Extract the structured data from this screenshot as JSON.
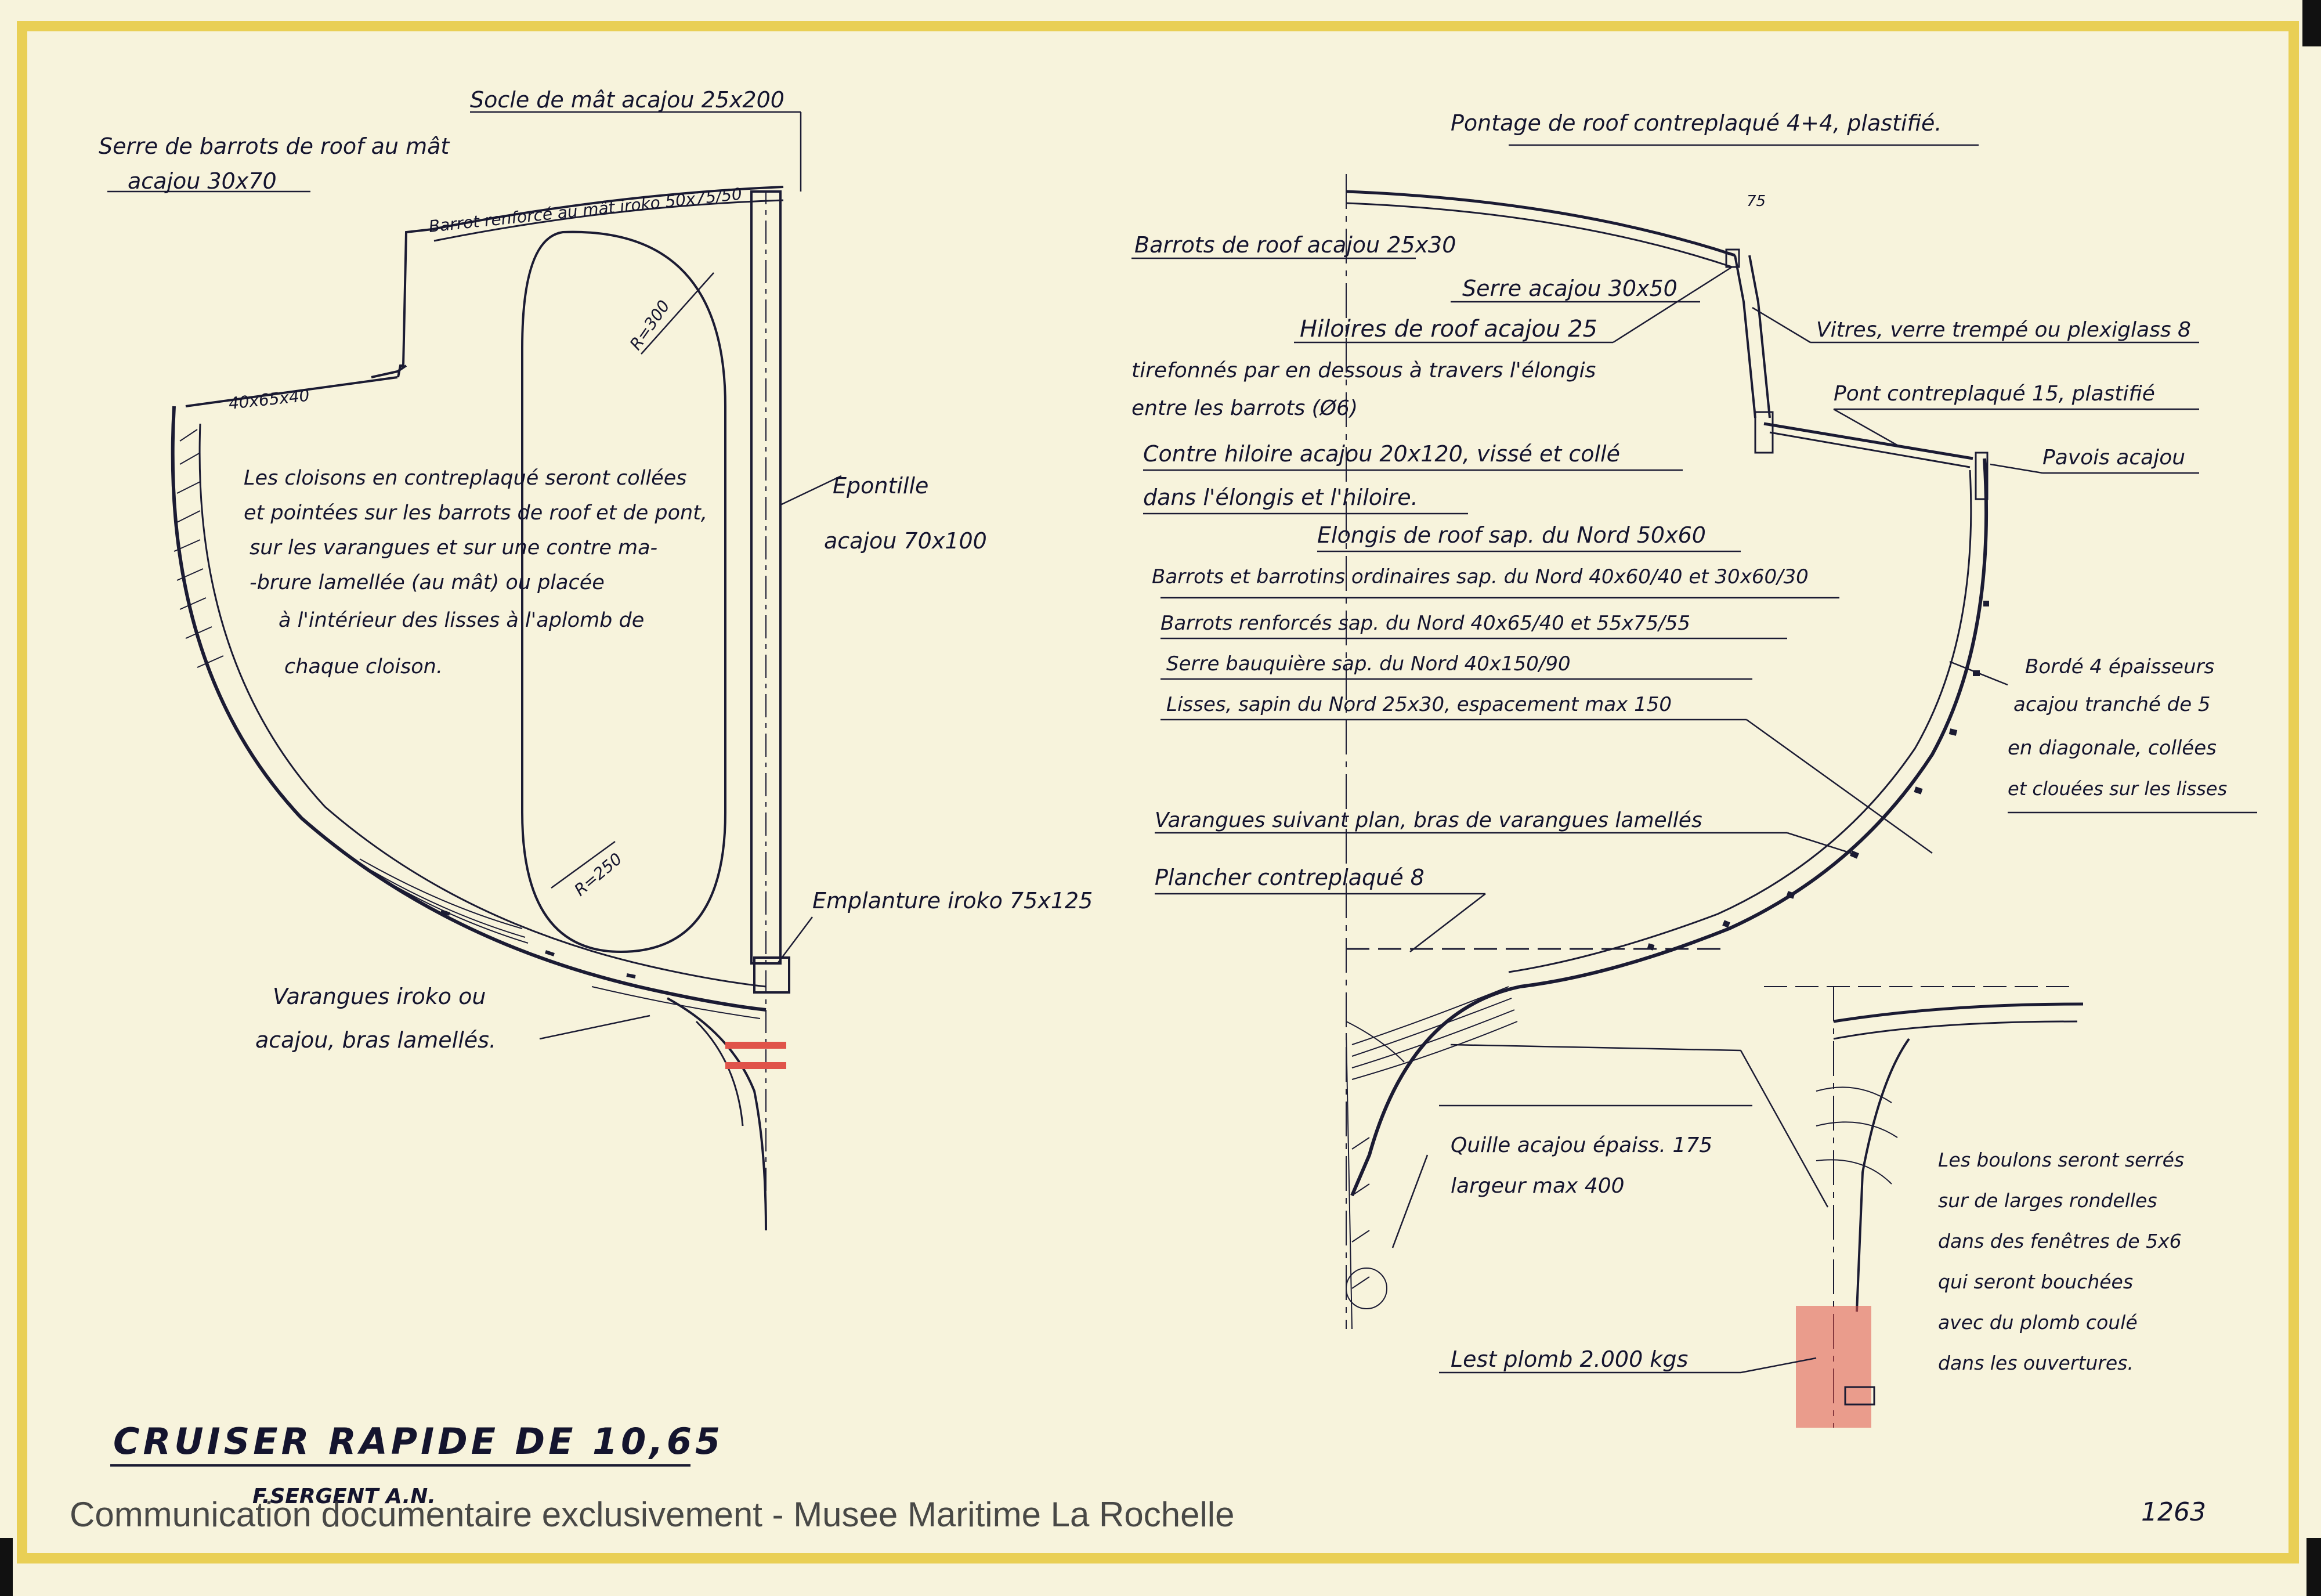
{
  "title": "CRUISER RAPIDE DE 10,65",
  "author": "F.SERGENT A.N.",
  "drawing_number": "1263",
  "watermark": "Communication documentaire exclusivement - Musee Maritime La Rochelle",
  "colors": {
    "paper": "#f7f3dc",
    "frame": "#e9cf55",
    "ink": "#1b1b33",
    "lead": "#e0534a"
  },
  "left_section": {
    "labels": {
      "socle": "Socle de mât acajou 25x200",
      "serre_mat": "Serre de barrots de roof au mât",
      "serre_mat_2": "acajou 30x70",
      "barrot_renforce": "Barrot renforcé au mât iroko 50x75/50",
      "r300": "R=300",
      "r250": "R=250",
      "dim_40x65x40": "40x65x40",
      "epontille": "Epontille",
      "epontille_2": "acajou 70x100",
      "emplanture": "Emplanture iroko 75x125",
      "varangues": "Varangues iroko ou",
      "varangues_2": "acajou, bras lamellés."
    },
    "note_lines": [
      "Les cloisons en contreplaqué seront collées",
      "et pointées sur les barrots de roof et de pont,",
      "sur les varangues et sur une contre ma-",
      "-brure lamellée (au mât) ou placée",
      "à l'intérieur des lisses à l'aplomb de",
      "chaque cloison."
    ]
  },
  "right_section": {
    "labels": {
      "pontage": "Pontage de roof contreplaqué 4+4, plastifié.",
      "dim_75": "75",
      "barrots_roof": "Barrots de roof acajou 25x30",
      "serre_acajou": "Serre acajou 30x50",
      "hiloires": "Hiloires de roof acajou 25",
      "hiloires_2": "tirefonnés par en dessous à travers l'élongis",
      "hiloires_3": "entre les barrots (Ø6)",
      "vitres": "Vitres, verre trempé ou plexiglass 8",
      "pont": "Pont contreplaqué 15, plastifié",
      "pavois": "Pavois acajou",
      "contre_hiloire": "Contre hiloire acajou 20x120, vissé et collé",
      "contre_hiloire_2": "dans l'élongis et l'hiloire.",
      "elongis": "Elongis de roof sap. du Nord 50x60",
      "barrots_ord": "Barrots et barrotins ordinaires sap. du Nord 40x60/40 et 30x60/30",
      "barrots_renf": "Barrots renforcés sap. du Nord 40x65/40 et 55x75/55",
      "bauquiere": "Serre bauquière sap. du Nord 40x150/90",
      "lisses": "Lisses, sapin du Nord 25x30, espacement max 150",
      "borde": "Bordé 4 épaisseurs",
      "borde_2": "acajou tranché de 5",
      "borde_3": "en diagonale, collées",
      "borde_4": "et clouées sur les lisses",
      "varangues_plan": "Varangues suivant plan, bras de varangues lamellés",
      "plancher": "Plancher contreplaqué 8",
      "quille": "Quille acajou épaiss. 175",
      "quille_2": "largeur max 400",
      "lest": "Lest plomb 2.000 kgs"
    },
    "keel_note_lines": [
      "Les boulons seront serrés",
      "sur de larges rondelles",
      "dans des fenêtres de 5x6",
      "qui seront bouchées",
      "avec du plomb coulé",
      "dans les ouvertures."
    ]
  }
}
